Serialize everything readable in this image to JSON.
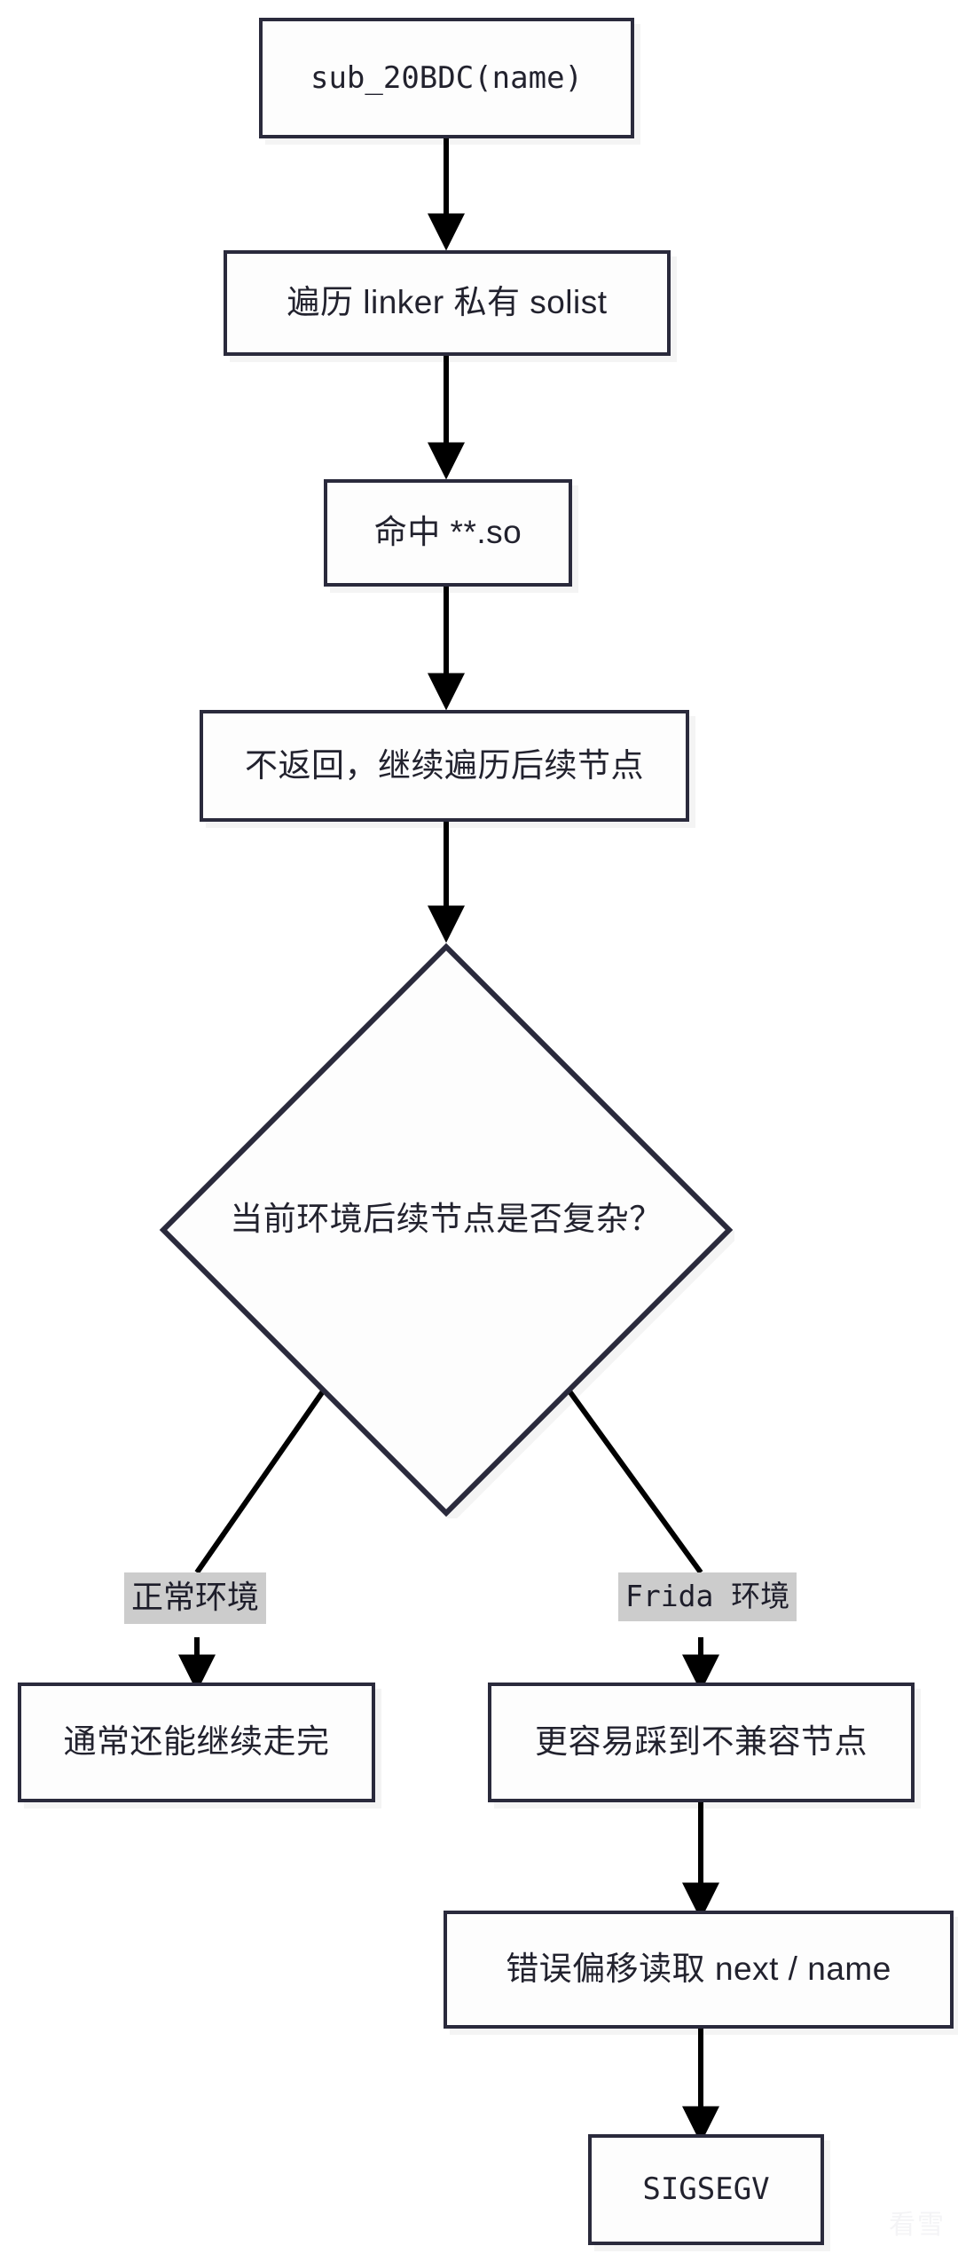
{
  "diagram": {
    "type": "flowchart",
    "direction": "top-down",
    "title": "sub_20BDC solist traversal flow",
    "colors": {
      "node_border": "#2a2a3c",
      "node_fill": "#fdfdfd",
      "edge_stroke": "#000000",
      "edge_label_bg": "#cccccc",
      "text": "#22222e"
    },
    "nodes": [
      {
        "id": "n1",
        "shape": "rect",
        "label": "sub_20BDC(name)",
        "mono": true
      },
      {
        "id": "n2",
        "shape": "rect",
        "label": "遍历 linker 私有 solist",
        "mono": false
      },
      {
        "id": "n3",
        "shape": "rect",
        "label": "命中 **.so",
        "mono": false
      },
      {
        "id": "n4",
        "shape": "rect",
        "label": "不返回，继续遍历后续节点",
        "mono": false
      },
      {
        "id": "n5",
        "shape": "diamond",
        "label": "当前环境后续节点是否复杂？",
        "mono": false
      },
      {
        "id": "n6",
        "shape": "rect",
        "label": "通常还能继续走完",
        "mono": false
      },
      {
        "id": "n7",
        "shape": "rect",
        "label": "更容易踩到不兼容节点",
        "mono": false
      },
      {
        "id": "n8",
        "shape": "rect",
        "label": "错误偏移读取 next / name",
        "mono": false
      },
      {
        "id": "n9",
        "shape": "rect",
        "label": "SIGSEGV",
        "mono": true
      }
    ],
    "edges": [
      {
        "from": "n1",
        "to": "n2",
        "label": ""
      },
      {
        "from": "n2",
        "to": "n3",
        "label": ""
      },
      {
        "from": "n3",
        "to": "n4",
        "label": ""
      },
      {
        "from": "n4",
        "to": "n5",
        "label": ""
      },
      {
        "from": "n5",
        "to": "n6",
        "label": "正常环境"
      },
      {
        "from": "n5",
        "to": "n7",
        "label": "Frida 环境"
      },
      {
        "from": "n7",
        "to": "n8",
        "label": ""
      },
      {
        "from": "n8",
        "to": "n9",
        "label": ""
      }
    ]
  },
  "watermark": {
    "text": "看雪"
  }
}
